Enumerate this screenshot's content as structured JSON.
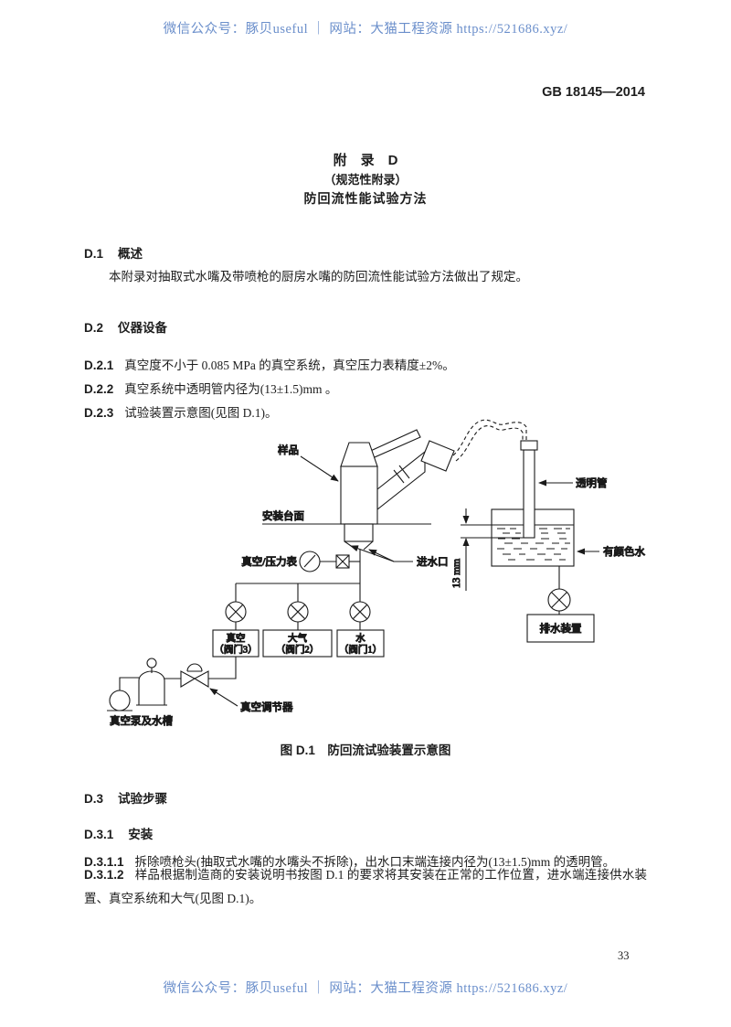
{
  "watermark": {
    "text": "微信公众号：豚贝useful ｜ 网站：大猫工程资源 https://521686.xyz/",
    "color": "#6b8fcb"
  },
  "header": {
    "doc_number": "GB 18145—2014"
  },
  "title": {
    "line1": "附　录　D",
    "line2": "（规范性附录）",
    "line3": "防回流性能试验方法"
  },
  "sections": {
    "d1": {
      "num": "D.1",
      "heading": "概述",
      "body": "本附录对抽取式水嘴及带喷枪的厨房水嘴的防回流性能试验方法做出了规定。"
    },
    "d2": {
      "num": "D.2",
      "heading": "仪器设备",
      "items": [
        {
          "num": "D.2.1",
          "text": "真空度不小于 0.085 MPa 的真空系统，真空压力表精度±2%。"
        },
        {
          "num": "D.2.2",
          "text": "真空系统中透明管内径为(13±1.5)mm 。"
        },
        {
          "num": "D.2.3",
          "text": "试验装置示意图(见图 D.1)。"
        }
      ]
    },
    "d3": {
      "num": "D.3",
      "heading": "试验步骤",
      "sub": {
        "num": "D.3.1",
        "heading": "安装"
      },
      "items": [
        {
          "num": "D.3.1.1",
          "text": "拆除喷枪头(抽取式水嘴的水嘴头不拆除)，出水口末端连接内径为(13±1.5)mm 的透明管。"
        },
        {
          "num": "D.3.1.2",
          "text": "样品根据制造商的安装说明书按图 D.1 的要求将其安装在正常的工作位置，进水端连接供水装置、真空系统和大气(见图 D.1)。"
        }
      ]
    }
  },
  "figure": {
    "caption": "图 D.1　防回流试验装置示意图",
    "labels": {
      "sample": "样品",
      "counter_top": "安装台面",
      "vacuum_gauge": "真空/压力表",
      "water_inlet": "进水口",
      "clear_tube": "透明管",
      "colored_water": "有颜色水",
      "dimension": "13 mm",
      "valve_vacuum_line1": "真空",
      "valve_vacuum_line2": "（阀门3）",
      "valve_air_line1": "大气",
      "valve_air_line2": "（阀门2）",
      "valve_water_line1": "水",
      "valve_water_line2": "（阀门1）",
      "drain_device": "排水装置",
      "vacuum_pump": "真空泵及水槽",
      "vacuum_regulator": "真空调节器"
    }
  },
  "page_number": "33"
}
